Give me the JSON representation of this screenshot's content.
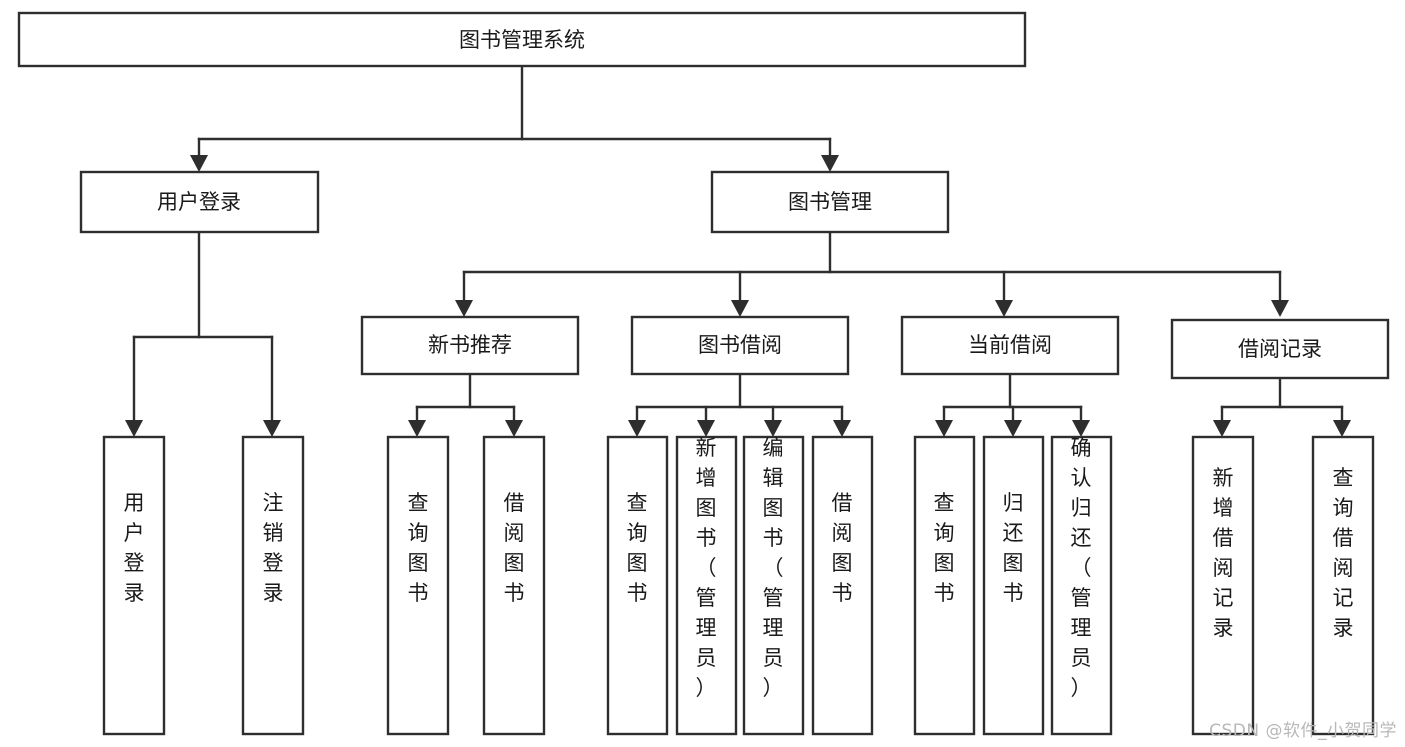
{
  "diagram": {
    "type": "tree-hierarchy",
    "title": "图书管理系统",
    "watermark": "CSDN @软件_小贺同学",
    "levels": [
      {
        "level": 1,
        "nodes": [
          {
            "id": "root",
            "label": "图书管理系统",
            "orientation": "horizontal"
          }
        ]
      },
      {
        "level": 2,
        "nodes": [
          {
            "id": "login",
            "label": "用户登录",
            "orientation": "horizontal",
            "parent": "root"
          },
          {
            "id": "bookmgmt",
            "label": "图书管理",
            "orientation": "horizontal",
            "parent": "root"
          }
        ]
      },
      {
        "level": 3,
        "nodes": [
          {
            "id": "newbook",
            "label": "新书推荐",
            "orientation": "horizontal",
            "parent": "bookmgmt"
          },
          {
            "id": "borrow",
            "label": "图书借阅",
            "orientation": "horizontal",
            "parent": "bookmgmt"
          },
          {
            "id": "current",
            "label": "当前借阅",
            "orientation": "horizontal",
            "parent": "bookmgmt"
          },
          {
            "id": "records",
            "label": "借阅记录",
            "orientation": "horizontal",
            "parent": "bookmgmt"
          }
        ]
      },
      {
        "level": 4,
        "nodes": [
          {
            "id": "leaf-login-1",
            "label": "用户登录",
            "orientation": "vertical",
            "parent": "login"
          },
          {
            "id": "leaf-login-2",
            "label": "注销登录",
            "orientation": "vertical",
            "parent": "login"
          },
          {
            "id": "leaf-newbook-1",
            "label": "查询图书",
            "orientation": "vertical",
            "parent": "newbook"
          },
          {
            "id": "leaf-newbook-2",
            "label": "借阅图书",
            "orientation": "vertical",
            "parent": "newbook"
          },
          {
            "id": "leaf-borrow-1",
            "label": "查询图书",
            "orientation": "vertical",
            "parent": "borrow"
          },
          {
            "id": "leaf-borrow-2",
            "label": "新增图书（管理员）",
            "orientation": "vertical",
            "parent": "borrow"
          },
          {
            "id": "leaf-borrow-3",
            "label": "编辑图书（管理员）",
            "orientation": "vertical",
            "parent": "borrow"
          },
          {
            "id": "leaf-borrow-4",
            "label": "借阅图书",
            "orientation": "vertical",
            "parent": "borrow"
          },
          {
            "id": "leaf-current-1",
            "label": "查询图书",
            "orientation": "vertical",
            "parent": "current"
          },
          {
            "id": "leaf-current-2",
            "label": "归还图书",
            "orientation": "vertical",
            "parent": "current"
          },
          {
            "id": "leaf-current-3",
            "label": "确认归还（管理员）",
            "orientation": "vertical",
            "parent": "current"
          },
          {
            "id": "leaf-records-1",
            "label": "新增借阅记录",
            "orientation": "vertical",
            "parent": "records"
          },
          {
            "id": "leaf-records-2",
            "label": "查询借阅记录",
            "orientation": "vertical",
            "parent": "records"
          }
        ]
      }
    ],
    "colors": {
      "box_stroke": "#2e2e2e",
      "box_fill": "#ffffff",
      "text": "#1a1a1a",
      "connector": "#2e2e2e",
      "watermark": "#b8b8b8",
      "background": "#ffffff"
    }
  }
}
